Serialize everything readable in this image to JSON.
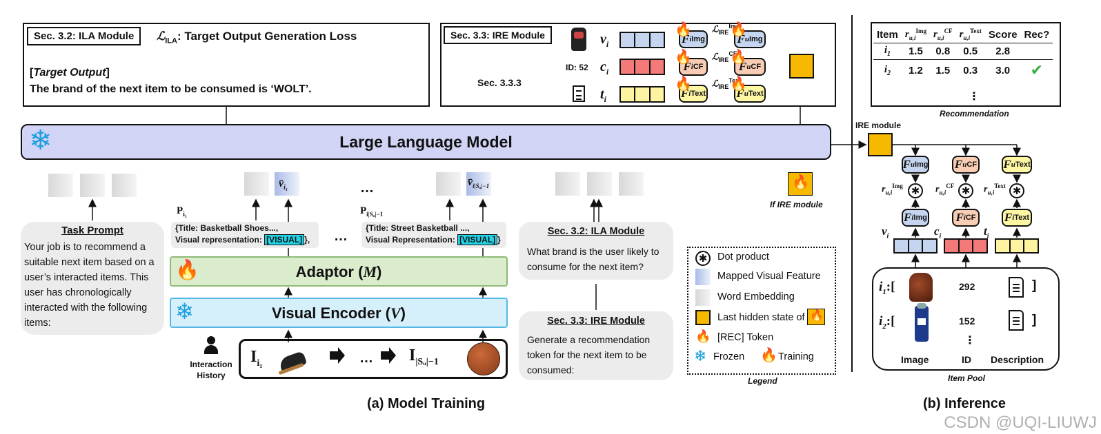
{
  "ila_top": {
    "tag": "Sec. 3.2: ILA Module",
    "loss_symbol": "ℒ",
    "loss_sub": "ILA",
    "loss_text": ": Target Output Generation Loss",
    "target_label": "Target Output",
    "target_text": "The brand of the next item to be consumed is ‘WOLT’."
  },
  "ire_top": {
    "tag": "Sec. 3.3: IRE Module",
    "sec": "Sec. 3.3.3",
    "id_label": "ID: 52",
    "rows": [
      {
        "var": "v",
        "sub": "i",
        "f_sup": "Img",
        "loss_sup": "Img",
        "loss_sub": "IRE",
        "color": "#c5d5ef"
      },
      {
        "var": "c",
        "sub": "i",
        "f_sup": "CF",
        "loss_sup": "CF",
        "loss_sub": "IRE",
        "color": "#f47a7a"
      },
      {
        "var": "t",
        "sub": "i",
        "f_sup": "Text",
        "loss_sup": "Text",
        "loss_sub": "IRE",
        "color": "#fdf3a0"
      }
    ],
    "loss_symbol": "ℒ"
  },
  "colors": {
    "llm": "#d2d4f5",
    "adaptor": "#dbeccd",
    "encoder": "#d6f0fb",
    "img": "#c5d5ef",
    "cf": "#f8cdb4",
    "text": "#fdf6a3",
    "hidden": "#f7b800",
    "visual_token": "#21d5e8"
  },
  "llm_label": "Large Language Model",
  "task_prompt": {
    "title": "Task Prompt",
    "body": "Your job is to recommend a suitable next item based on a user’s interacted items. This user has chronologically interacted with the following items:"
  },
  "p1": {
    "label": "P",
    "sub": "i₁",
    "line1": "{Title: Basketball Shoes...,",
    "line2": "Visual representation: ",
    "visual": "[VISUAL]",
    "end": "},"
  },
  "p2": {
    "label": "P",
    "sub": "i|Sᵤ|−1",
    "line1": "{Title: Street Basketball ...,",
    "line2": "Visual Representation: ",
    "visual": "[VISUAL]",
    "end": "}"
  },
  "dots": "…",
  "vbar1": "v̄",
  "vbar1_sub": "i₁",
  "vbar2_sub": "i|Sᵤ|−1",
  "adaptor": {
    "label": "Adaptor (",
    "sym": "M",
    "end": ")"
  },
  "encoder": {
    "label": "Visual Encoder (",
    "sym": "V",
    "end": ")"
  },
  "interaction_history": "Interaction History",
  "seq": {
    "first": "I",
    "first_sub": "i₁",
    "dots": "…",
    "last": "I",
    "last_sub": "|Sᵤ|−1"
  },
  "ila_prompt": {
    "title": "Sec. 3.2: ILA Module",
    "body": "What brand is the user likely to consume for the next item?"
  },
  "ire_prompt": {
    "title": "Sec. 3.3: IRE Module",
    "body": "Generate a recommendation token for the next item to be consumed:"
  },
  "if_ire": "If IRE module",
  "legend": {
    "title": "Legend",
    "items": [
      {
        "icon": "dot-product",
        "label": "Dot product"
      },
      {
        "icon": "mapped-visual",
        "label": "Mapped Visual Feature"
      },
      {
        "icon": "word-embedding",
        "label": "Word Embedding"
      },
      {
        "icon": "hidden-state",
        "label": "Last hidden state of"
      },
      {
        "icon": "rec-token",
        "label": "[REC] Token"
      }
    ],
    "frozen": "Frozen",
    "training": "Training"
  },
  "caption_a": "(a) Model Training",
  "caption_b": "(b) Inference",
  "inference": {
    "table": {
      "headers": [
        "Item",
        "Score",
        "Rec?"
      ],
      "r_sups": [
        "Img",
        "CF",
        "Text"
      ],
      "rows": [
        {
          "item": "i",
          "sub": "1",
          "img": "1.5",
          "cf": "0.8",
          "text": "0.5",
          "score": "2.8",
          "rec": ""
        },
        {
          "item": "i",
          "sub": "2",
          "img": "1.2",
          "cf": "1.5",
          "text": "0.3",
          "score": "3.0",
          "rec": "✔"
        }
      ],
      "vdots": "⋮",
      "caption": "Recommendation"
    },
    "ire_label": "IRE module",
    "pool": {
      "items": [
        {
          "label": "i",
          "sub": "1",
          "id": "292"
        },
        {
          "label": "i",
          "sub": "2",
          "id": "152"
        }
      ],
      "vdots": "⋮",
      "cols": [
        "Image",
        "ID",
        "Description"
      ],
      "caption": "Item Pool"
    }
  },
  "watermark": "CSDN @UQI-LIUWJ"
}
